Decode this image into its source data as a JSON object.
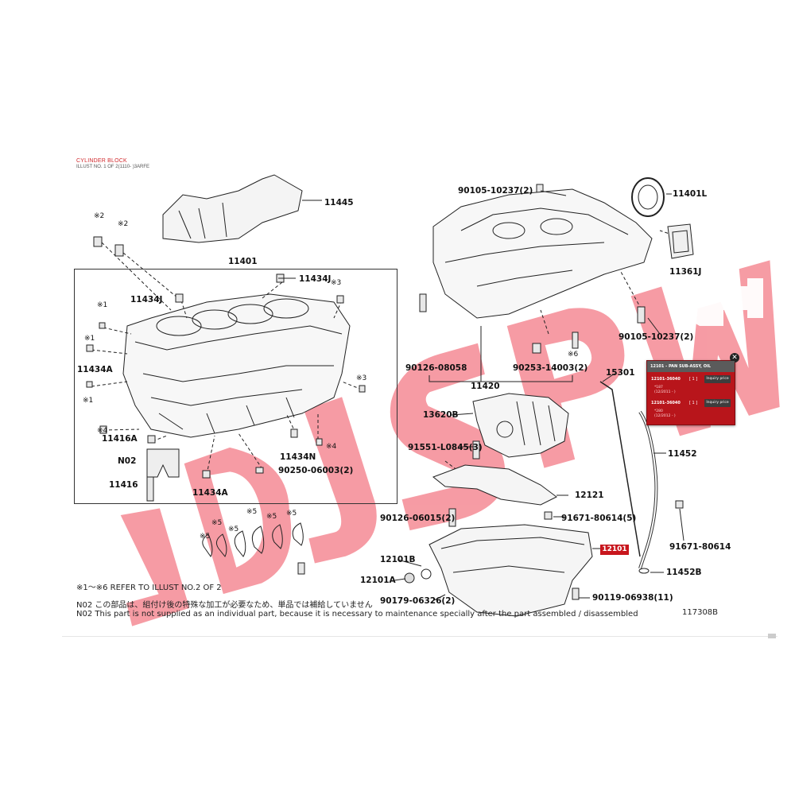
{
  "header": {
    "title": "CYLINDER BLOCK",
    "subtitle": "ILLUST NO. 1 OF 2(1110- )3ARFE"
  },
  "watermark": {
    "text": "JDJSPW",
    "color": "#ef4a5a"
  },
  "labels": [
    {
      "id": "11445",
      "text": "11445"
    },
    {
      "id": "11401",
      "text": "11401"
    },
    {
      "id": "11434J-a",
      "text": "11434J"
    },
    {
      "id": "11434J-b",
      "text": "11434J"
    },
    {
      "id": "11434A-a",
      "text": "11434A"
    },
    {
      "id": "11434A-b",
      "text": "11434A"
    },
    {
      "id": "11416A",
      "text": "11416A"
    },
    {
      "id": "N02",
      "text": "N02"
    },
    {
      "id": "11416",
      "text": "11416"
    },
    {
      "id": "11434N",
      "text": "11434N"
    },
    {
      "id": "90250",
      "text": "90250-06003(2)"
    },
    {
      "id": "90105-top",
      "text": "90105-10237(2)"
    },
    {
      "id": "11401L",
      "text": "11401L"
    },
    {
      "id": "11361J",
      "text": "11361J"
    },
    {
      "id": "90105-right",
      "text": "90105-10237(2)"
    },
    {
      "id": "90126-08058",
      "text": "90126-08058"
    },
    {
      "id": "90253",
      "text": "90253-14003(2)"
    },
    {
      "id": "11420",
      "text": "11420"
    },
    {
      "id": "15301",
      "text": "15301"
    },
    {
      "id": "13620B",
      "text": "13620B"
    },
    {
      "id": "91551",
      "text": "91551-L0845(3)"
    },
    {
      "id": "11452",
      "text": "11452"
    },
    {
      "id": "12121",
      "text": "12121"
    },
    {
      "id": "90126-06015",
      "text": "90126-06015(2)"
    },
    {
      "id": "91671-a",
      "text": "91671-80614(5)"
    },
    {
      "id": "91671-b",
      "text": "91671-80614"
    },
    {
      "id": "12101B",
      "text": "12101B"
    },
    {
      "id": "12101A",
      "text": "12101A"
    },
    {
      "id": "11452B",
      "text": "11452B"
    },
    {
      "id": "90179",
      "text": "90179-06326(2)"
    },
    {
      "id": "90119",
      "text": "90119-06938(11)"
    }
  ],
  "marks": {
    "ref2": "※2",
    "ref3": "※3",
    "ref1": "※1",
    "ref4": "※4",
    "ref5": "※5",
    "ref6": "※6"
  },
  "highlight": {
    "text": "12101"
  },
  "popup": {
    "title": "12101 - PAN SUB-ASSY, OIL",
    "rows": [
      {
        "part": "12101-36040",
        "qty": "[ 1 ]",
        "button": "Inquiry price",
        "note1": "*187",
        "note2": "(12/2011 - )"
      },
      {
        "part": "12101-36040",
        "qty": "[ 1 ]",
        "button": "Inquiry price",
        "note1": "*280",
        "note2": "(12/2012 - )"
      }
    ],
    "close": "✕"
  },
  "notes": {
    "refer": "※1～※6  REFER TO ILLUST NO.2 OF 2",
    "n02_jp": "N02  この部品は、組付け後の特殊な加工が必要なため、単品では補給していません",
    "n02_en": "N02  This part is not supplied as an individual part, because it is necessary to maintenance specially after the part assembled / disassembled",
    "illust_no": "117308B"
  }
}
